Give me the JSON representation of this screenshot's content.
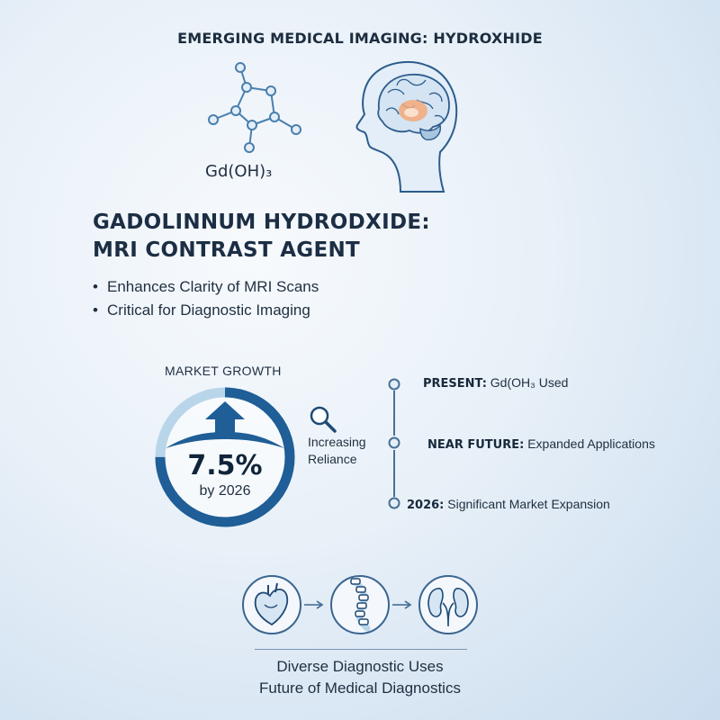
{
  "title": "EMERGING MEDICAL IMAGING: HYDROXHIDE",
  "formula": "Gd(OH)₃",
  "heading": {
    "line1": "GADOLINNUM HYDRODXIDE:",
    "line2": "MRI CONTRAST AGENT"
  },
  "bullets": [
    "Enhances Clarity of MRI Scans",
    "Critical for Diagnostic Imaging"
  ],
  "market": {
    "label": "MARKET GROWTH",
    "value": "7.5%",
    "sub": "by 2026",
    "gauge_fraction": 0.75
  },
  "reliance": {
    "line1": "Increasing",
    "line2": "Reliance",
    "icon": "magnifier-icon"
  },
  "timeline": [
    {
      "label": "PRESENT:",
      "text": " Gd(OH₃ Used"
    },
    {
      "label": "NEAR FUTURE:",
      "text": " Expanded Applications"
    },
    {
      "label": "2026:",
      "text": " Significant Market Expansion"
    }
  ],
  "icons": [
    "molecule-icon",
    "head-brain-icon",
    "heart-icon",
    "spine-icon",
    "kidneys-icon"
  ],
  "footer": {
    "line1": "Diverse Diagnostic Uses",
    "line2": "Future of Medical Diagnostics"
  },
  "colors": {
    "accent": "#1f5e96",
    "light_accent": "#b9d5ea",
    "highlight": "#f3a97a"
  }
}
